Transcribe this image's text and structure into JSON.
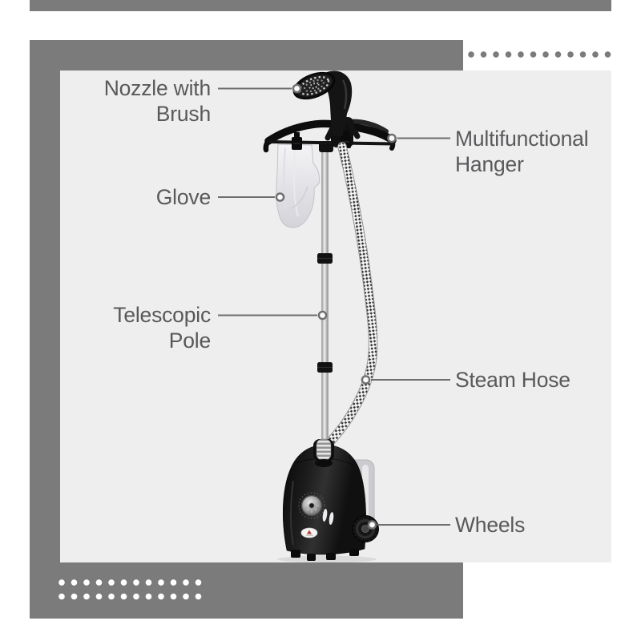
{
  "page": {
    "type": "product-parts-infographic",
    "subject": "upright garment steamer with hanger",
    "background": "#ffffff"
  },
  "decor": {
    "accent_gray": "#7b7b7b",
    "panel_gray": "#eeeeef",
    "leader_line_color": "#6e6e6e",
    "label_text_color": "#59595b",
    "dots_top_right": {
      "rows": 1,
      "count": 12,
      "color": "#7b7b7b"
    },
    "dots_bottom_left": {
      "rows": 2,
      "count": 12,
      "color": "#ffffff"
    }
  },
  "labels": [
    {
      "id": "nozzle-with-brush",
      "text": "Nozzle with Brush",
      "side": "left"
    },
    {
      "id": "multifunctional-hanger",
      "text": "Multifunctional Hanger",
      "side": "right"
    },
    {
      "id": "glove",
      "text": "Glove",
      "side": "left"
    },
    {
      "id": "telescopic-pole",
      "text": "Telescopic Pole",
      "side": "left"
    },
    {
      "id": "steam-hose",
      "text": "Steam Hose",
      "side": "right"
    },
    {
      "id": "wheels",
      "text": "Wheels",
      "side": "right"
    }
  ],
  "illustration_parts": [
    "nozzle-brush-head",
    "multifunctional-hanger",
    "glove",
    "telescopic-pole",
    "steam-hose",
    "base-unit",
    "water-tank",
    "control-knob",
    "wheel"
  ]
}
